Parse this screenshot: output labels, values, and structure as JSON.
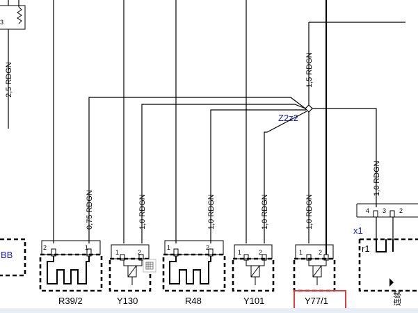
{
  "wires": {
    "left_top": "2,5 RDGN",
    "main_in": "1,5 RDGN",
    "r39": "0,75 RDGN",
    "y130": "1,0 RDGN",
    "r48": "1,0 RDGN",
    "y101": "1,0 RDGN",
    "y77": "1,0 RDGN",
    "right": "1,0 RDGN"
  },
  "splice": "Z2z2",
  "left_connector": "BB",
  "right_connector": "x1",
  "right_element": "r1",
  "components": [
    {
      "id": "r39",
      "label": "R39/2",
      "pins": [
        "2",
        "1"
      ]
    },
    {
      "id": "y130",
      "label": "Y130",
      "pins": [
        "1",
        "2"
      ]
    },
    {
      "id": "r48",
      "label": "R48",
      "pins": [
        "1",
        "2"
      ]
    },
    {
      "id": "y101",
      "label": "Y101",
      "pins": [
        "1",
        "2"
      ]
    },
    {
      "id": "y77",
      "label": "Y77/1",
      "pins": [
        "1",
        "2"
      ]
    }
  ],
  "right_pins": [
    "4",
    "3",
    "2"
  ],
  "top_left_pin": "3",
  "right_partial_text": "连续"
}
